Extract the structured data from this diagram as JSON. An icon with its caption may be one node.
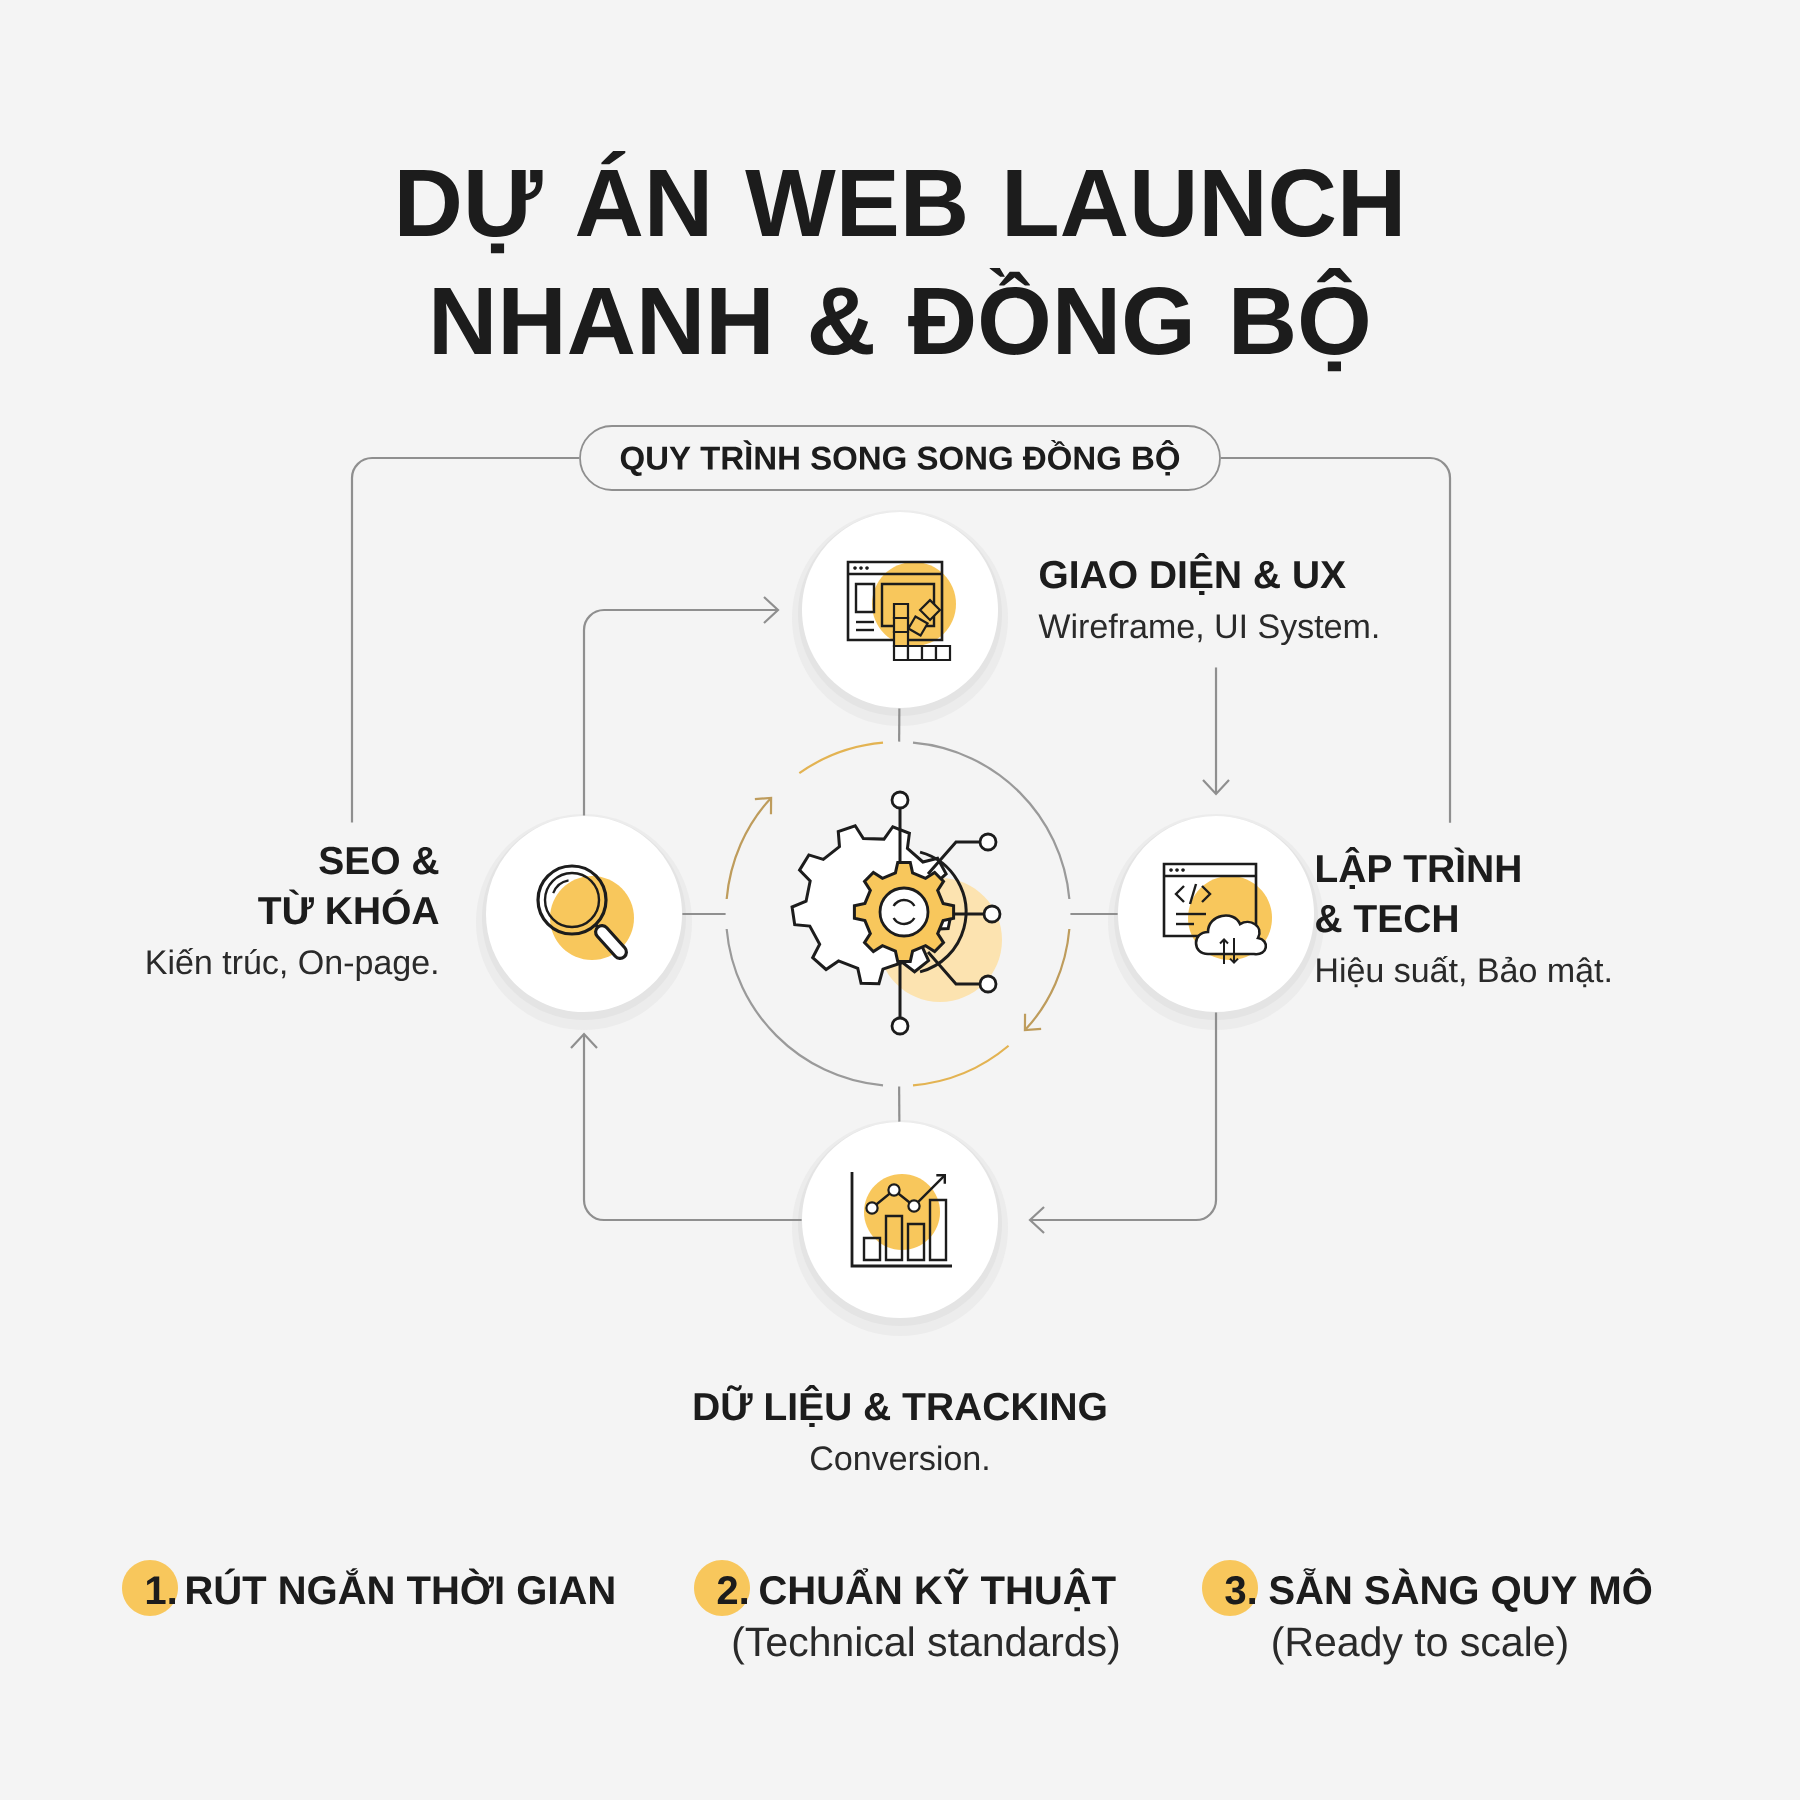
{
  "diagram": {
    "title": "DỰ ÁN WEB LAUNCH NHANH & ĐỒNG BỘ",
    "nodes": [
      {
        "text": [
          "QUY TRÌNH SONG SONG ĐỒNG BỘ"
        ]
      },
      {
        "text": [
          "GIAO DIỆN & UX",
          "Wireframe, UI System."
        ]
      },
      {
        "text": [
          "SEO & TỪ KHÓA",
          "Kiến trúc, On-page."
        ]
      },
      {
        "text": [],
        "shape": "picture"
      },
      {
        "text": [
          "LẬP TRÌNH & TECH",
          "Hiệu suất, Bảo mật."
        ]
      },
      {
        "text": [
          "DỮ LIỆU & TRACKING",
          "Conversion."
        ]
      }
    ],
    "edges": [
      {
        "from": 0,
        "to": 2,
        "arrow": "none"
      },
      {
        "from": 0,
        "to": 4,
        "arrow": "none"
      },
      {
        "from": 2,
        "to": 1,
        "arrow": "to"
      },
      {
        "from": 1,
        "to": 4,
        "arrow": "to"
      },
      {
        "from": 4,
        "to": 5,
        "arrow": "to"
      },
      {
        "from": 5,
        "to": 2,
        "arrow": "to"
      },
      {
        "from": 3,
        "to": 1,
        "arrow": "none"
      },
      {
        "from": 3,
        "to": 2,
        "arrow": "none"
      },
      {
        "from": 3,
        "to": 4,
        "arrow": "none"
      },
      {
        "from": 3,
        "to": 5,
        "arrow": "none"
      }
    ],
    "labels": [
      "1.",
      "RÚT NGẮN THỜI GIAN",
      "2.",
      "CHUẨN KỸ THUẬT",
      "(Technical standards)",
      "3.",
      "SẴN SÀNG QUY MÔ",
      "(Ready to scale)"
    ]
  }
}
